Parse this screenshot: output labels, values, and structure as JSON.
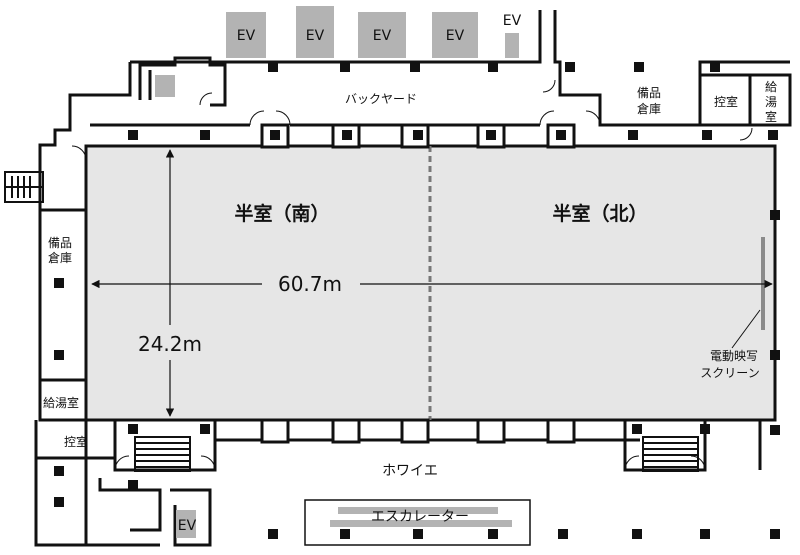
{
  "rooms": {
    "south_hall": "半室（南）",
    "north_hall": "半室（北）",
    "backyard": "バックヤード",
    "foyer": "ホワイエ",
    "escalator": "エスカレーター",
    "storage_top": [
      "備品",
      "倉庫"
    ],
    "storage_left": [
      "備品",
      "倉庫"
    ],
    "waiting_top": "控室",
    "waiting_bottom": "控室",
    "pantry_top": [
      "給",
      "湯",
      "室"
    ],
    "pantry_left": "給湯室",
    "screen": [
      "電動映写",
      "スクリーン"
    ]
  },
  "dimensions": {
    "width": "60.7m",
    "depth": "24.2m"
  },
  "elevators": {
    "label": "EV"
  },
  "colors": {
    "hall_fill": "#e6e6e6",
    "elevator_fill": "#b3b3b3",
    "wall": "#111111"
  }
}
